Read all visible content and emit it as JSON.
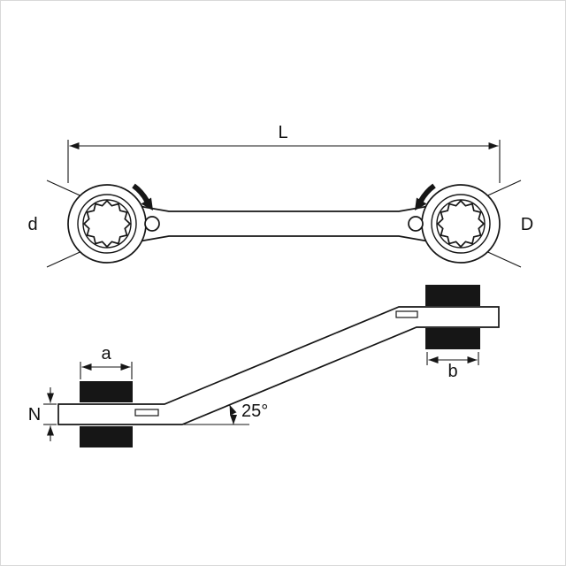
{
  "labels": {
    "overall_length": "L",
    "left_ring_diameter": "d",
    "right_ring_diameter": "D",
    "left_head_width": "a",
    "right_head_width": "b",
    "head_thickness": "N",
    "offset_angle": "25°"
  }
}
